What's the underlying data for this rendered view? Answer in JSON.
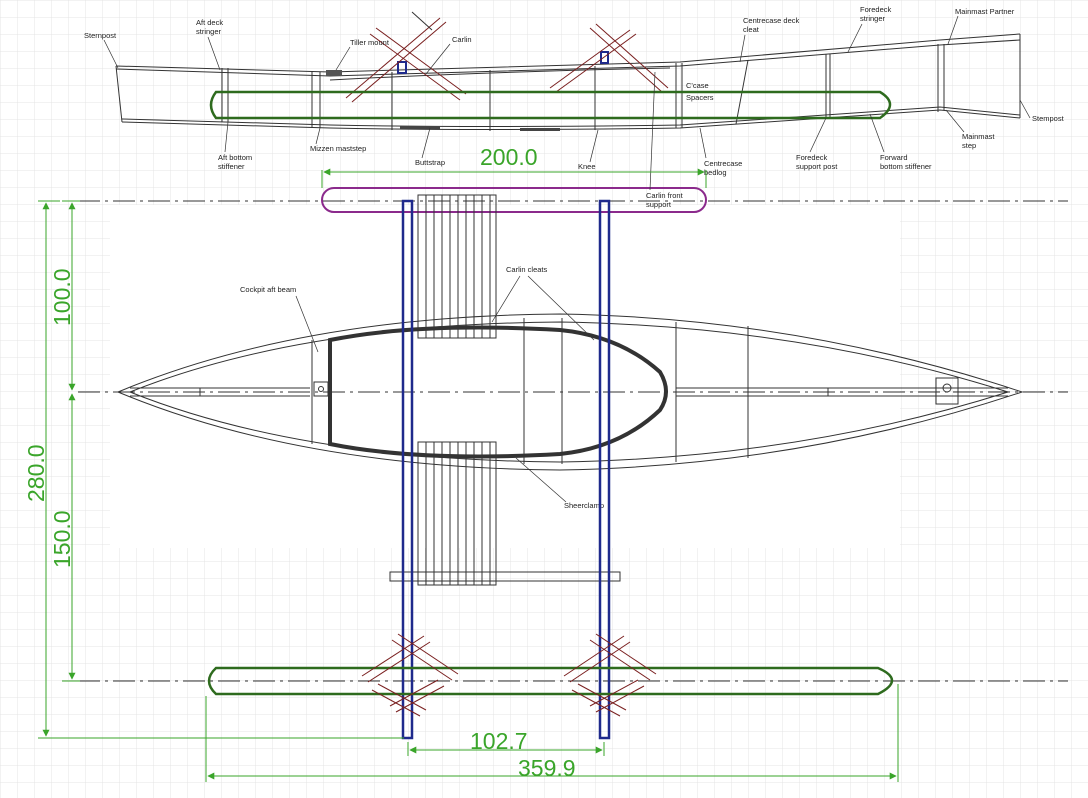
{
  "labels": {
    "stempost_aft": "Sternpost",
    "aft_deck_stringer": [
      "Aft deck",
      "stringer"
    ],
    "tiller_mount": "Tiller mount",
    "carlin": "Carlin",
    "centrecase_deck_cleat": [
      "Centrecase deck",
      "cleat"
    ],
    "foredeck_stringer": [
      "Foredeck",
      "stringer"
    ],
    "mainmast_partner": "Mainmast Partner",
    "stempost_fwd": "Stempost",
    "ccase_spacers": [
      "C'case",
      "Spacers"
    ],
    "aft_bottom_stiffener": [
      "Aft bottom",
      "stiffener"
    ],
    "mizzen_maststep": "Mizzen maststep",
    "buttstrap": "Buttstrap",
    "knee": "Knee",
    "carlin_front_support": [
      "Carlin front",
      "support"
    ],
    "centrecase_bedlog": [
      "Centrecase",
      "bedlog"
    ],
    "foredeck_support_post": [
      "Foredeck",
      "support post"
    ],
    "forward_bottom_stiffener": [
      "Forward",
      "bottom stiffener"
    ],
    "mainmast_step": [
      "Mainmast",
      "step"
    ],
    "cockpit_aft_beam": "Cockpit aft beam",
    "carlin_cleats": "Carlin cleats",
    "sheerclamp": "Sheerclamp"
  },
  "dimensions": {
    "beam_spacing": "200.0",
    "upper_offset": "100.0",
    "overall_offset": "280.0",
    "lower_offset": "150.0",
    "akas_spacing": "102.7",
    "float_length": "359.9"
  },
  "colors": {
    "dimension_green": "#3aa52a",
    "float_green": "#2e6b1e",
    "aka_blue": "#1f2a8c",
    "purple_float": "#8b2a8c",
    "lashing_red": "#7a2020",
    "grid": "#e4e4e4",
    "line": "#333333"
  }
}
